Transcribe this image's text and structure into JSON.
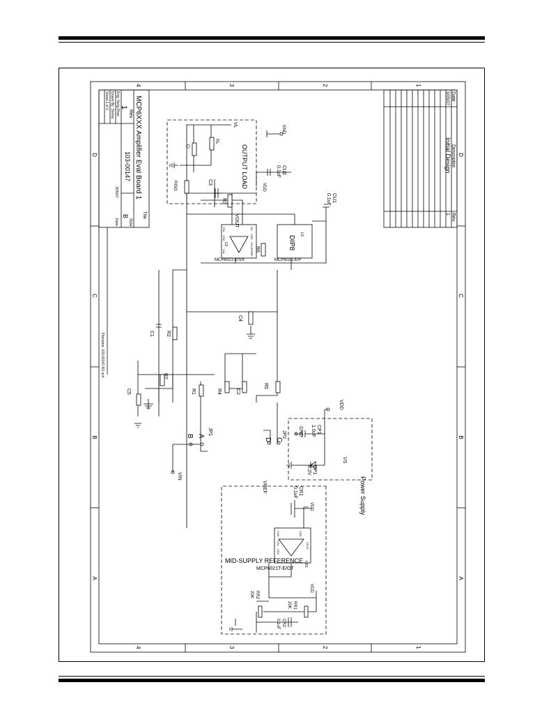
{
  "revision_table": {
    "headers": {
      "rev": "Rev",
      "description": "Descriptior",
      "date": "Date"
    },
    "rows": [
      {
        "rev": "1",
        "description": "Initial Design",
        "date": "3/05/07"
      }
    ]
  },
  "zones": {
    "rows": [
      "1",
      "2",
      "3",
      "4"
    ],
    "cols": [
      "A",
      "B",
      "C",
      "D"
    ]
  },
  "title_block": {
    "title_label": "Title",
    "title": "MCP6XXX Amplifier Eval Board 1",
    "size_label": "Size",
    "size": "B",
    "number": "103-00147",
    "rev_label": "Rev",
    "rev": "1",
    "date_label": "Date:",
    "date": "3/05/07",
    "eng": "Eng: Yang Zhao",
    "drawn": "Drawn By: Sirena",
    "sheet": "Sheet 1 of 1",
    "filename": "Filename: 103-00147-R1.sch"
  },
  "power_supply": {
    "title": "Power Supply",
    "vs": "VS",
    "vdd": "VDD",
    "gnd": "GND",
    "cp1_ref": "CP1",
    "cp1_val": "1.0uF",
    "dp1_ref": "DP1",
    "dp1_val": "6.2V"
  },
  "mid_supply": {
    "title": "MID-SUPPLY REFERENCE",
    "vdd1": "VDD",
    "vdd2": "VDD",
    "ur1_ref": "UR1",
    "ur1_part": "MCP6021T-E/OT",
    "pin_vout": "VOUT",
    "pin_vdd": "VDD",
    "pin_vss": "VSS",
    "pin_vinm": "VIN-",
    "pin_vinp": "VIN+",
    "cr1_ref": "CR1",
    "cr1_val": "0.1uF",
    "vref": "VREF",
    "rr1_ref": "RR1",
    "rr1_val": "20K",
    "rr2_ref": "RR2",
    "rr2_val": "20K",
    "cr2_ref": "CR2",
    "cr2_val": "0.1uF"
  },
  "main_circuit": {
    "jp1": "JP1",
    "jp1_a": "A",
    "jp1_b": "B",
    "jp2": "JP2",
    "jp2_c": "C",
    "jp2_d": "D",
    "vin": "VIN",
    "r1": "R1",
    "r2": "R2",
    "r3": "R3",
    "r4": "R4",
    "r5": "R5",
    "r6": "R6",
    "r7": "R7",
    "c1": "C1",
    "c2": "C2",
    "c3": "C3",
    "c4": "C4",
    "c5": "C5",
    "u1_ref": "U1",
    "u1_pkg": "DIP8",
    "u1_part": "MCP6021-E/P",
    "u2_ref": "U2",
    "u2_part": "MCP6021-E/SN",
    "u2_nc": "NC",
    "u2_vdd": "VDD",
    "u2_vout": "VOUT",
    "u2_vref": "VREF",
    "u2_vss": "Vss",
    "u2_vinp": "VIN+",
    "u2_vinm": "VIN-",
    "vout": "VOUT",
    "vdd": "VDD",
    "gnd": "GND",
    "cu1_ref": "CU1",
    "cu1_val": "0.1uF",
    "cu2_ref": "CU2",
    "cu2_val": "0.1uF"
  },
  "output_load": {
    "title": "OUTPUT LOAD",
    "vl": "VL",
    "rl": "RL",
    "cl": "Cl",
    "riso": "RISO"
  }
}
